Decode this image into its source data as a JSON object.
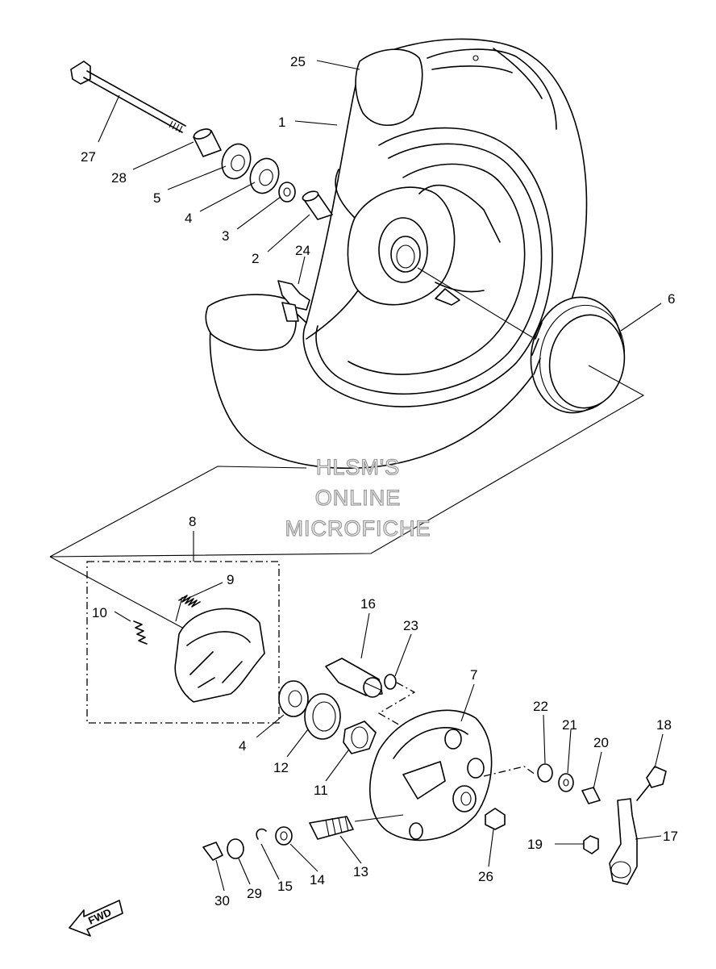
{
  "watermark": {
    "line1": "HLSM'S",
    "line2": "ONLINE",
    "line3": "MICROFICHE"
  },
  "fwd_label": "FWD",
  "callouts": {
    "p1": "1",
    "p2": "2",
    "p3": "3",
    "p4a": "4",
    "p4b": "4",
    "p5": "5",
    "p6": "6",
    "p7": "7",
    "p8": "8",
    "p9": "9",
    "p10": "10",
    "p11": "11",
    "p12": "12",
    "p13": "13",
    "p14": "14",
    "p15": "15",
    "p16": "16",
    "p17": "17",
    "p18": "18",
    "p19": "19",
    "p20": "20",
    "p21": "21",
    "p22": "22",
    "p23": "23",
    "p24": "24",
    "p25": "25",
    "p26": "26",
    "p27": "27",
    "p28": "28",
    "p29": "29",
    "p30": "30"
  }
}
